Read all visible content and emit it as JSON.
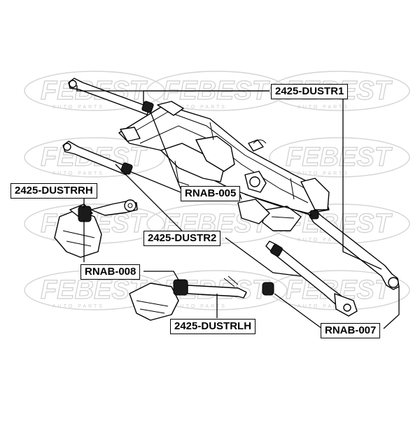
{
  "watermark": {
    "brand": "FEBEST",
    "sub": "AUTO PARTS"
  },
  "labels": {
    "dustr1": "2425-DUSTR1",
    "dustrrh": "2425-DUSTRRH",
    "rnab005": "RNAB-005",
    "dustr2": "2425-DUSTR2",
    "rnab008": "RNAB-008",
    "dustrlh": "2425-DUSTRLH",
    "rnab007": "RNAB-007"
  }
}
